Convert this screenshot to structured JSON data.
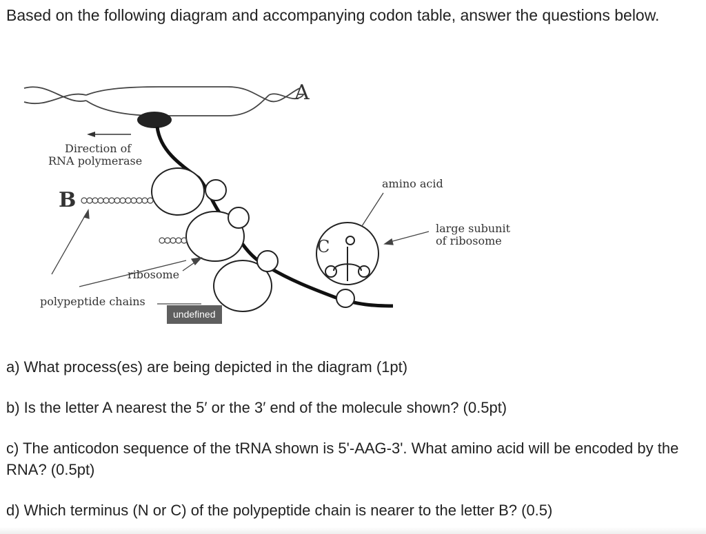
{
  "intro": "Based on the following diagram and accompanying codon table, answer the questions below.",
  "diagram": {
    "label_a": "A",
    "label_b": "B",
    "label_c": "C",
    "direction_line1": "Direction of",
    "direction_line2": "RNA polymerase",
    "amino_acid": "amino acid",
    "large_subunit_line1": "large subunit",
    "large_subunit_line2": "of ribosome",
    "ribosome": "ribosome",
    "polypeptide_chains": "polypeptide chains",
    "badge": "undefined"
  },
  "questions": {
    "a": "a) What process(es) are being depicted in the diagram (1pt)",
    "b": "b) Is the letter A nearest the 5′ or the 3′ end of the molecule shown? (0.5pt)",
    "c": "c) The anticodon sequence of the tRNA shown is 5'-AAG-3'.  What amino acid will be encoded by the RNA? (0.5pt)",
    "d": "d) Which terminus (N or C) of the polypeptide chain is nearer to the letter B?  (0.5)"
  }
}
